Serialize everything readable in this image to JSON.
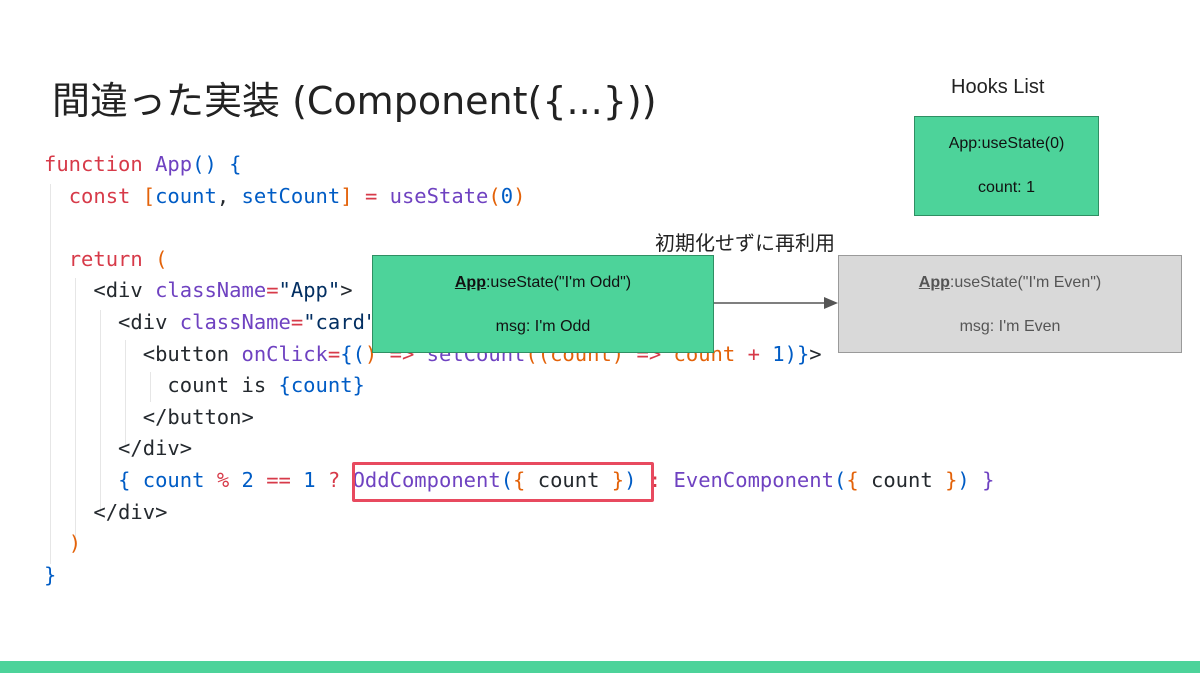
{
  "slide": {
    "title": "間違った実装 (Component({...}))"
  },
  "code": {
    "lines": [
      [
        {
          "t": "function",
          "c": "kw"
        },
        {
          "t": " ",
          "c": "tx"
        },
        {
          "t": "App",
          "c": "fn"
        },
        {
          "t": "() {",
          "c": "vr"
        }
      ],
      [
        {
          "t": "  ",
          "c": "tx"
        },
        {
          "t": "const",
          "c": "kw"
        },
        {
          "t": " ",
          "c": "tx"
        },
        {
          "t": "[",
          "c": "pn"
        },
        {
          "t": "count",
          "c": "vr"
        },
        {
          "t": ", ",
          "c": "tx"
        },
        {
          "t": "setCount",
          "c": "vr"
        },
        {
          "t": "]",
          "c": "pn"
        },
        {
          "t": " ",
          "c": "tx"
        },
        {
          "t": "=",
          "c": "kw"
        },
        {
          "t": " ",
          "c": "tx"
        },
        {
          "t": "useState",
          "c": "fn"
        },
        {
          "t": "(",
          "c": "pn"
        },
        {
          "t": "0",
          "c": "vr"
        },
        {
          "t": ")",
          "c": "pn"
        }
      ],
      [],
      [
        {
          "t": "  ",
          "c": "tx"
        },
        {
          "t": "return",
          "c": "kw"
        },
        {
          "t": " ",
          "c": "tx"
        },
        {
          "t": "(",
          "c": "pn"
        }
      ],
      [
        {
          "t": "    <div ",
          "c": "tx"
        },
        {
          "t": "className",
          "c": "fn"
        },
        {
          "t": "=",
          "c": "kw"
        },
        {
          "t": "\"App\"",
          "c": "st"
        },
        {
          "t": ">",
          "c": "tx"
        }
      ],
      [
        {
          "t": "      <div ",
          "c": "tx"
        },
        {
          "t": "className",
          "c": "fn"
        },
        {
          "t": "=",
          "c": "kw"
        },
        {
          "t": "\"card\"",
          "c": "st"
        },
        {
          "t": ">",
          "c": "tx"
        }
      ],
      [
        {
          "t": "        <button ",
          "c": "tx"
        },
        {
          "t": "onClick",
          "c": "fn"
        },
        {
          "t": "=",
          "c": "kw"
        },
        {
          "t": "{(",
          "c": "vr"
        },
        {
          "t": ") ",
          "c": "pn"
        },
        {
          "t": "=>",
          "c": "kw"
        },
        {
          "t": " ",
          "c": "tx"
        },
        {
          "t": "setCount",
          "c": "fn"
        },
        {
          "t": "((",
          "c": "pn"
        },
        {
          "t": "count",
          "c": "pn"
        },
        {
          "t": ") ",
          "c": "pn"
        },
        {
          "t": "=>",
          "c": "kw"
        },
        {
          "t": " ",
          "c": "tx"
        },
        {
          "t": "count",
          "c": "pn"
        },
        {
          "t": " ",
          "c": "tx"
        },
        {
          "t": "+",
          "c": "kw"
        },
        {
          "t": " ",
          "c": "tx"
        },
        {
          "t": "1",
          "c": "vr"
        },
        {
          "t": ")}",
          "c": "vr"
        },
        {
          "t": ">",
          "c": "tx"
        }
      ],
      [
        {
          "t": "          count is ",
          "c": "tx"
        },
        {
          "t": "{count}",
          "c": "vr"
        }
      ],
      [
        {
          "t": "        </button>",
          "c": "tx"
        }
      ],
      [
        {
          "t": "      </div>",
          "c": "tx"
        }
      ],
      [
        {
          "t": "      ",
          "c": "tx"
        },
        {
          "t": "{",
          "c": "vr"
        },
        {
          "t": " ",
          "c": "tx"
        },
        {
          "t": "count",
          "c": "vr"
        },
        {
          "t": " ",
          "c": "tx"
        },
        {
          "t": "%",
          "c": "kw"
        },
        {
          "t": " ",
          "c": "tx"
        },
        {
          "t": "2",
          "c": "vr"
        },
        {
          "t": " ",
          "c": "tx"
        },
        {
          "t": "==",
          "c": "kw"
        },
        {
          "t": " ",
          "c": "tx"
        },
        {
          "t": "1",
          "c": "vr"
        },
        {
          "t": " ",
          "c": "tx"
        },
        {
          "t": "?",
          "c": "kw"
        },
        {
          "t": " ",
          "c": "tx"
        },
        {
          "t": "OddComponent",
          "c": "fn"
        },
        {
          "t": "(",
          "c": "vr"
        },
        {
          "t": "{",
          "c": "pn"
        },
        {
          "t": " count ",
          "c": "tx"
        },
        {
          "t": "}",
          "c": "pn"
        },
        {
          "t": ")",
          "c": "vr"
        },
        {
          "t": " ",
          "c": "tx"
        },
        {
          "t": ":",
          "c": "kw"
        },
        {
          "t": " ",
          "c": "tx"
        },
        {
          "t": "EvenComponent",
          "c": "fn"
        },
        {
          "t": "(",
          "c": "vr"
        },
        {
          "t": "{",
          "c": "pn"
        },
        {
          "t": " count ",
          "c": "tx"
        },
        {
          "t": "}",
          "c": "pn"
        },
        {
          "t": ")",
          "c": "vr"
        },
        {
          "t": " ",
          "c": "tx"
        },
        {
          "t": "}",
          "c": "fn"
        }
      ],
      [
        {
          "t": "    </div>",
          "c": "tx"
        }
      ],
      [
        {
          "t": "  ",
          "c": "tx"
        },
        {
          "t": ")",
          "c": "pn"
        }
      ],
      [
        {
          "t": "}",
          "c": "vr"
        }
      ]
    ]
  },
  "hooks": {
    "title": "Hooks List",
    "app_state": {
      "call": "App:useState(0)",
      "value": "count: 1"
    },
    "odd_state": {
      "owner": "App",
      "call": ":useState(\"I'm Odd\")",
      "value": "msg: I'm Odd"
    },
    "even_state": {
      "owner": "App",
      "call": ":useState(\"I'm Even\")",
      "value": "msg: I'm Even"
    },
    "reuse_label": "初期化せずに再利用"
  },
  "colors": {
    "accent_green": "#4dd39a",
    "highlight_red": "#e84a5f",
    "inactive_gray": "#d9d9d9"
  }
}
